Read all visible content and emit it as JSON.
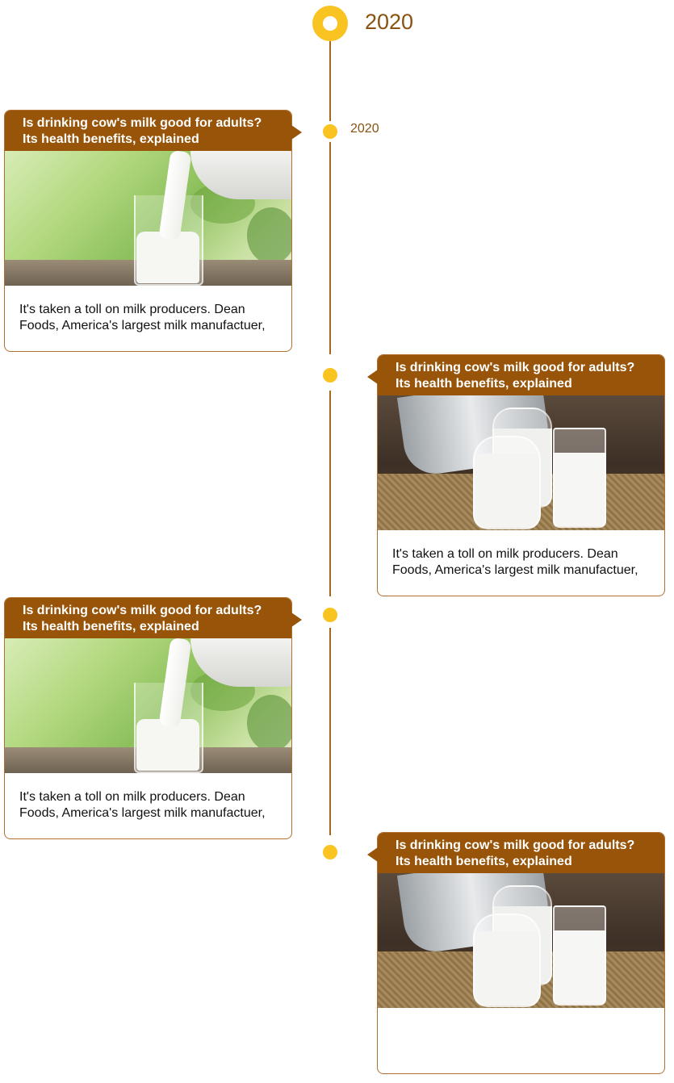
{
  "timeline": {
    "year": "2020",
    "markers": [
      {
        "label": "2020"
      }
    ],
    "cards": [
      {
        "title_line1": "Is drinking cow's milk good for adults?",
        "title_line2": "Its health benefits, explained",
        "image": "milk-pouring-into-glass-photo",
        "text_line1": "It's taken a toll on milk producers. Dean",
        "text_line2": "Foods, America's largest milk manufactuer,"
      },
      {
        "title_line1": "Is drinking cow's milk good for adults?",
        "title_line2": "Its health benefits, explained",
        "image": "milk-jugs-and-glass-photo",
        "text_line1": "It's taken a toll on milk producers. Dean",
        "text_line2": "Foods, America's largest milk manufactuer,"
      },
      {
        "title_line1": "Is drinking cow's milk good for adults?",
        "title_line2": "Its health benefits, explained",
        "image": "milk-pouring-into-glass-photo",
        "text_line1": "It's taken a toll on milk producers. Dean",
        "text_line2": "Foods, America's largest milk manufactuer,"
      },
      {
        "title_line1": "Is drinking cow's milk good for adults?",
        "title_line2": "Its health benefits, explained",
        "image": "milk-jugs-and-glass-photo",
        "text_line1": "",
        "text_line2": ""
      }
    ]
  },
  "colors": {
    "accent_gold": "#f9c321",
    "header_brown": "#985408",
    "line_brown": "#a8651c",
    "year_text": "#8a5210"
  }
}
